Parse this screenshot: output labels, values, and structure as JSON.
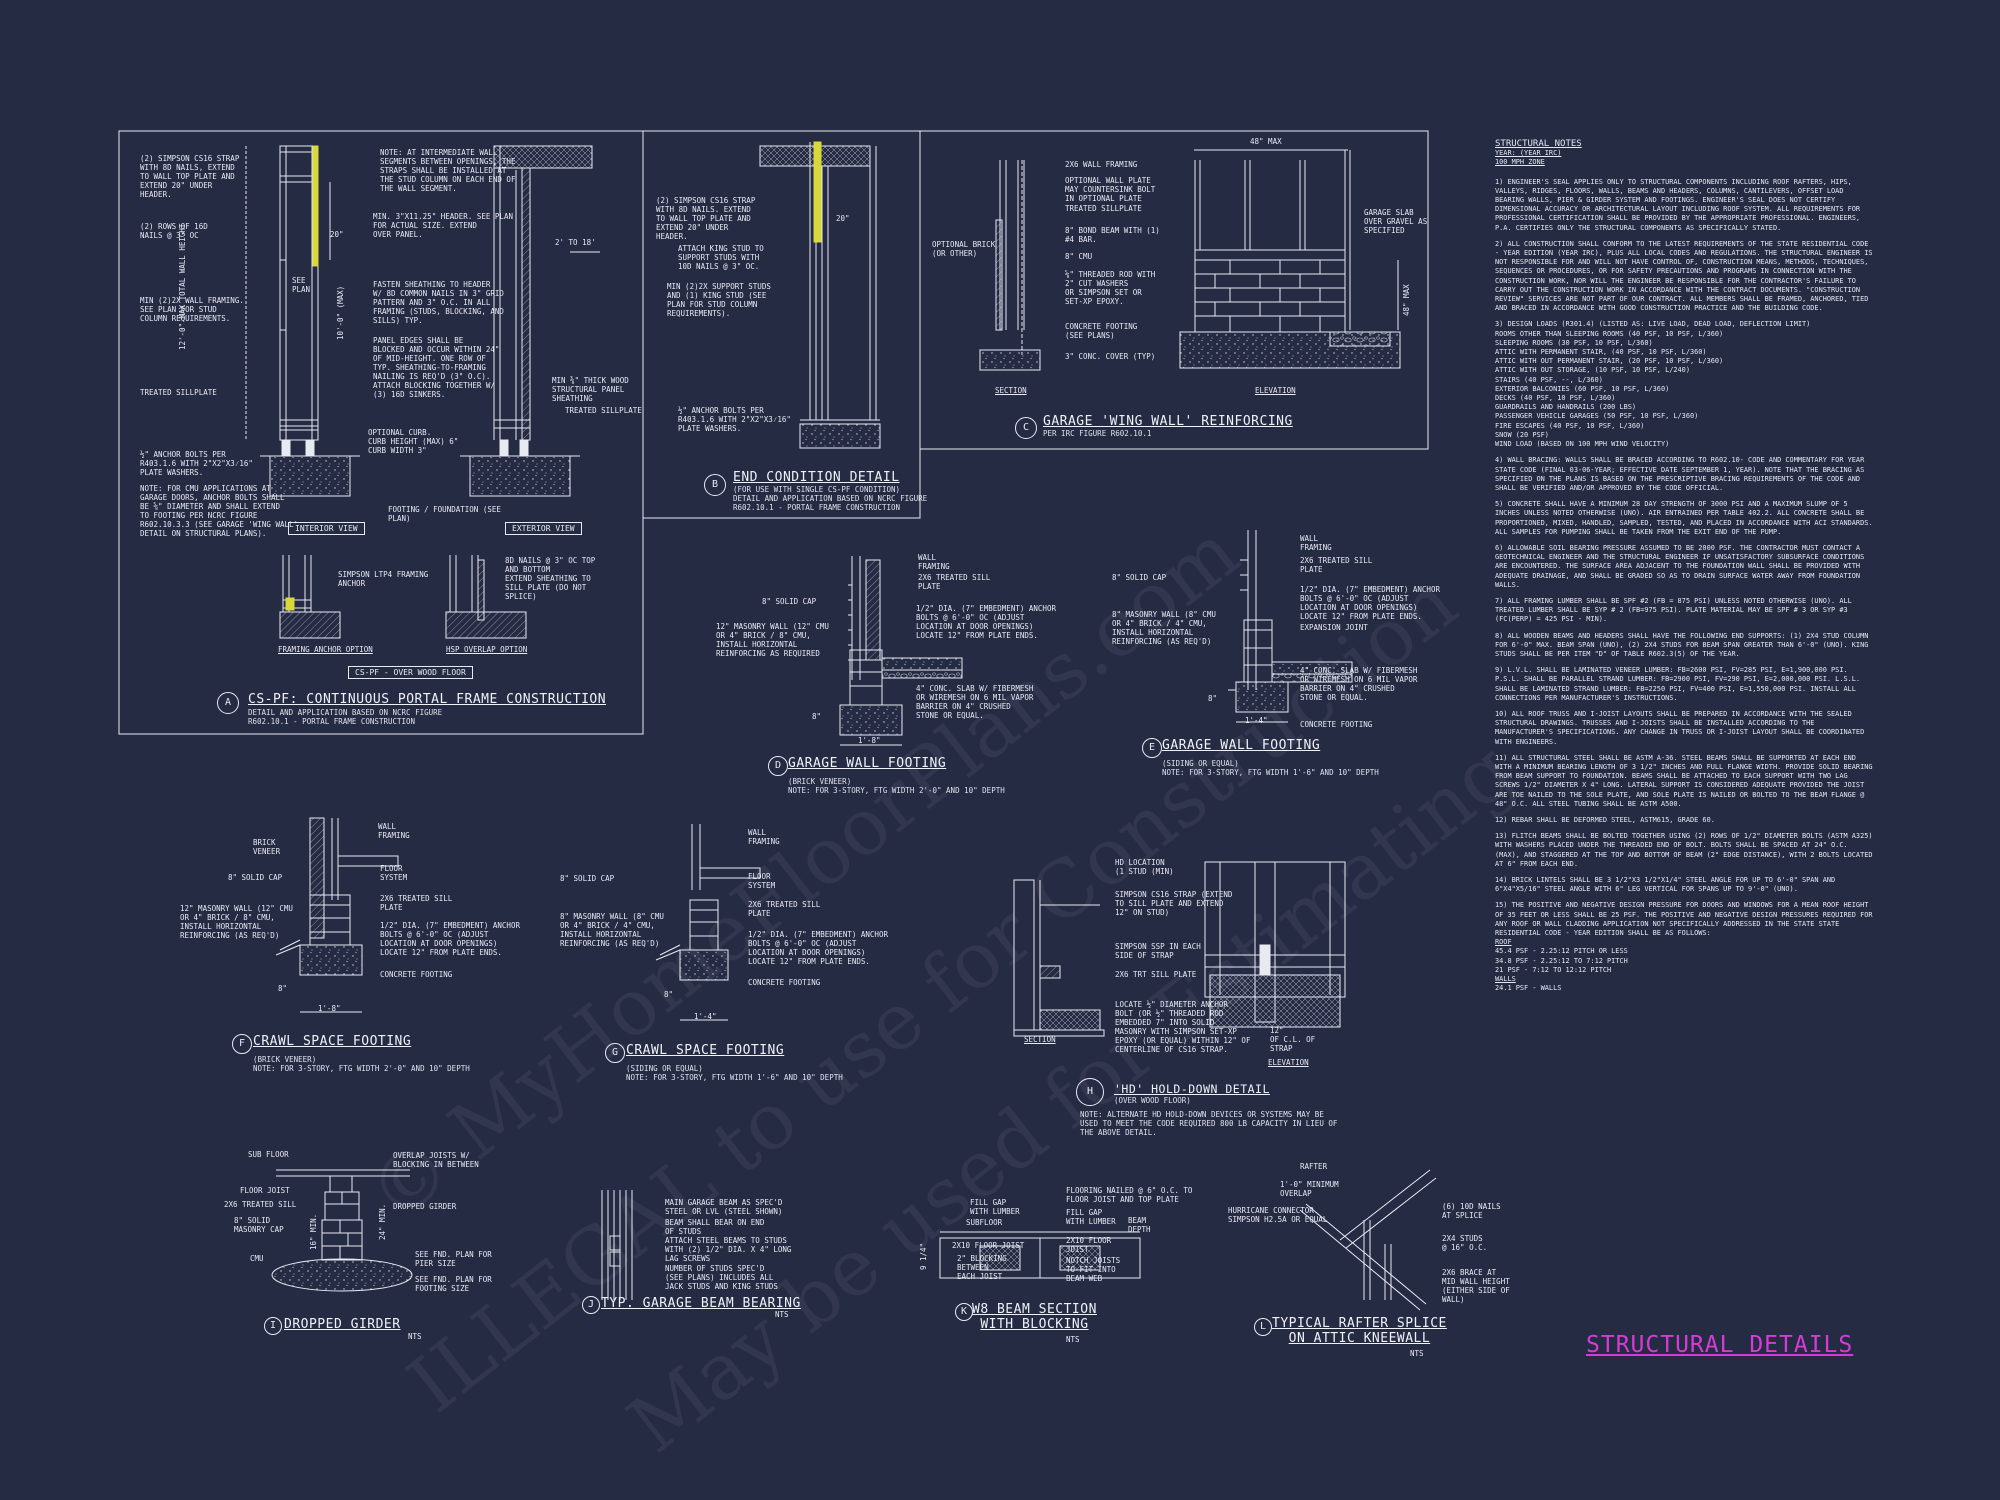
{
  "sheet_title": "STRUCTURAL DETAILS",
  "watermark": [
    "© MyHomeFloorPlans.com",
    "ILLEGAL to use for Construction",
    "May be used for Estimating"
  ],
  "details": {
    "A": {
      "letter": "A",
      "title": "CS-PF: CONTINUOUS PORTAL FRAME CONSTRUCTION",
      "sub": "DETAIL AND APPLICATION BASED ON NCRC FIGURE\nR602.10.1 - PORTAL FRAME CONSTRUCTION",
      "interior_view": "INTERIOR VIEW",
      "exterior_view": "EXTERIOR VIEW",
      "over_wood_floor": "CS-PF - OVER WOOD FLOOR",
      "framing_anchor": "FRAMING ANCHOR OPTION",
      "hsp_overlap": "HSP OVERLAP OPTION",
      "notes": [
        "(2) SIMPSON CS16 STRAP\nWITH 8d NAILS, EXTEND\nTO WALL TOP PLATE AND\nEXTEND 20\" UNDER\nHEADER.",
        "(2) ROWS OF 16d\nNAILS @ 3\" OC",
        "MIN (2)2X WALL FRAMING.\nSEE PLAN FOR STUD\nCOLUMN REQUIREMENTS.",
        "TREATED SILLPLATE",
        "½\" ANCHOR BOLTS PER\nR403.1.6 WITH 2\"x2\"x3⁄16\"\nPLATE WASHERS.",
        "NOTE: FOR CMU APPLICATIONS AT\nGARAGE DOORS, ANCHOR BOLTS SHALL\nBE ⅝\" DIAMETER AND SHALL EXTEND\nTO FOOTING PER NCRC FIGURE\nR602.10.3.3 (SEE GARAGE 'WING WALL'\nDETAIL ON STRUCTURAL PLANS).",
        "NOTE: AT INTERMEDIATE WALL\nSEGMENTS BETWEEN OPENINGS, THE\nSTRAPS SHALL BE INSTALLED AT\nTHE STUD COLUMN ON EACH END OF\nTHE WALL SEGMENT.",
        "MIN. 3\"x11.25\" HEADER. SEE PLAN\nFOR ACTUAL SIZE. EXTEND\nOVER PANEL.",
        "FASTEN SHEATHING TO HEADER\nW/ 8d COMMON NAILS IN 3\" GRID\nPATTERN AND 3\" O.C. IN ALL\nFRAMING (STUDS, BLOCKING, AND\nSILLS) TYP.",
        "PANEL EDGES SHALL BE\nBLOCKED AND OCCUR WITHIN 24\"\nOF MID-HEIGHT. ONE ROW OF\nTYP. SHEATHING-TO-FRAMING\nNAILING IS REQ'D (3\" O.C).\nATTACH BLOCKING TOGETHER W/\n(3) 16d SINKERS.",
        "OPTIONAL CURB.\nCURB HEIGHT (MAX) 6\"\nCURB WIDTH 3\"",
        "FOOTING / FOUNDATION (SEE\nPLAN)",
        "MIN ⅜\" THICK WOOD\nSTRUCTURAL PANEL\nSHEATHING",
        "TREATED SILLPLATE",
        "SIMPSON LTP4 FRAMING\nANCHOR",
        "8d NAILS @ 3\" OC TOP\nAND BOTTOM",
        "EXTEND SHEATHING TO\nSILL PLATE (DO NOT\nSPLICE)"
      ],
      "dims": [
        "20\"",
        "12'-0\" MAX TOTAL WALL HEIGHT",
        "10'-0\" (MAX)",
        "2' TO 18'",
        "SEE\nPLAN"
      ]
    },
    "B": {
      "letter": "B",
      "title": "END CONDITION DETAIL",
      "sub": "(FOR USE WITH SINGLE CS-PF CONDITION)\nDETAIL AND APPLICATION BASED ON NCRC FIGURE\nR602.10.1 - PORTAL FRAME CONSTRUCTION",
      "notes": [
        "(2) SIMPSON CS16 STRAP\nWITH 8d NAILS. EXTEND\nTO WALL TOP PLATE AND\nEXTEND 20\" UNDER\nHEADER.",
        "ATTACH KING STUD TO\nSUPPORT STUDS WITH\n10d NAILS @ 3\" OC.",
        "MIN (2)2X SUPPORT STUDS\nAND (1) KING STUD (SEE\nPLAN FOR STUD COLUMN\nREQUIREMENTS).",
        "½\" ANCHOR BOLTS PER\nR403.1.6 WITH 2\"x2\"x3⁄16\"\nPLATE WASHERS."
      ],
      "dim": "20\""
    },
    "C": {
      "letter": "C",
      "title": "GARAGE 'WING WALL' REINFORCING",
      "sub": "PER IRC FIGURE R602.10.1",
      "section": "SECTION",
      "elevation": "ELEVATION",
      "dim_top": "48\" MAX",
      "dim_side": "48\" MAX",
      "notes": [
        "2x6 WALL FRAMING",
        "OPTIONAL WALL PLATE\nMAY COUNTERSINK BOLT\nIN OPTIONAL PLATE",
        "TREATED SILLPLATE",
        "8\" BOND BEAM WITH (1)\n#4 BAR.",
        "8\" CMU",
        "⅝\" THREADED ROD WITH\n2\" CUT WASHERS\nOR SIMPSON SET OR\nSET-XP EPOXY.",
        "CONCRETE FOOTING\n(SEE PLANS)",
        "3\" CONC. COVER (TYP)",
        "OPTIONAL BRICK\n(OR OTHER)",
        "GARAGE SLAB\nOVER GRAVEL AS\nSPECIFIED"
      ]
    },
    "D": {
      "letter": "D",
      "title": "GARAGE WALL FOOTING",
      "sub": "(BRICK VENEER)\nNOTE: FOR 3-STORY, FTG WIDTH 2'-0\" AND 10\" DEPTH",
      "notes": [
        "WALL\nFRAMING",
        "2x6 TREATED SILL\nPLATE",
        "8\" SOLID CAP",
        "12\" MASONRY WALL (12\" CMU\nOR 4\" BRICK / 8\" CMU,\nINSTALL HORIZONTAL\nREINFORCING AS REQUIRED",
        "1/2\" DIA. (7\" EMBEDMENT) ANCHOR\nBOLTS @ 6'-0\" OC (ADJUST\nLOCATION AT DOOR OPENINGS)\nLOCATE 12\" FROM PLATE ENDS.",
        "4\" CONC. SLAB w/ FIBERMESH\nOR WIREMESH ON 6 MIL VAPOR\nBARRIER ON 4\" CRUSHED\nSTONE OR EQUAL."
      ],
      "dims": [
        "1'-8\"",
        "8\""
      ]
    },
    "E": {
      "letter": "E",
      "title": "GARAGE WALL FOOTING",
      "sub": "(SIDING OR EQUAL)\nNOTE: FOR 3-STORY, FTG WIDTH 1'-6\" AND 10\" DEPTH",
      "notes": [
        "WALL\nFRAMING",
        "2x6 TREATED SILL\nPLATE",
        "8\" SOLID CAP",
        "8\" MASONRY WALL (8\" CMU\nOR 4\" BRICK / 4\" CMU,\nINSTALL HORIZONTAL\nREINFORCING (AS REQ'D)",
        "1/2\" DIA. (7\" EMBEDMENT) ANCHOR\nBOLTS @ 6'-0\" OC (ADJUST\nLOCATION AT DOOR OPENINGS)\nLOCATE 12\" FROM PLATE ENDS.",
        "EXPANSION JOINT",
        "4\" CONC. SLAB w/ FIBERMESH\nOR WIREMESH ON 6 MIL VAPOR\nBARRIER ON 4\" CRUSHED\nSTONE OR EQUAL.",
        "CONCRETE FOOTING"
      ],
      "dims": [
        "1'-4\"",
        "8\""
      ]
    },
    "F": {
      "letter": "F",
      "title": "CRAWL SPACE FOOTING",
      "sub": "(BRICK VENEER)\nNOTE: FOR 3-STORY, FTG WIDTH 2'-0\" AND 10\" DEPTH",
      "notes": [
        "WALL\nFRAMING",
        "BRICK\nVENEER",
        "FLOOR\nSYSTEM",
        "8\" SOLID CAP",
        "2x6 TREATED SILL\nPLATE",
        "12\" MASONRY WALL (12\" CMU\nOR 4\" BRICK / 8\" CMU,\nINSTALL HORIZONTAL\nREINFORCING (AS REQ'D)",
        "1/2\" DIA. (7\" EMBEDMENT) ANCHOR\nBOLTS @ 6'-0\" OC (ADJUST\nLOCATION AT DOOR OPENINGS)\nLOCATE 12\" FROM PLATE ENDS.",
        "CONCRETE FOOTING"
      ],
      "dims": [
        "1'-8\"",
        "8\""
      ]
    },
    "G": {
      "letter": "G",
      "title": "CRAWL SPACE FOOTING",
      "sub": "(SIDING OR EQUAL)\nNOTE: FOR 3-STORY, FTG WIDTH 1'-6\" AND 10\" DEPTH",
      "notes": [
        "WALL\nFRAMING",
        "8\" SOLID CAP",
        "FLOOR\nSYSTEM",
        "8\" MASONRY WALL (8\" CMU\nOR 4\" BRICK / 4\" CMU,\nINSTALL HORIZONTAL\nREINFORCING (AS REQ'D)",
        "2x6 TREATED SILL\nPLATE",
        "1/2\" DIA. (7\" EMBEDMENT) ANCHOR\nBOLTS @ 6'-0\" OC (ADJUST\nLOCATION AT DOOR OPENINGS)\nLOCATE 12\" FROM PLATE ENDS.",
        "CONCRETE FOOTING"
      ],
      "dims": [
        "1'-4\"",
        "8\""
      ]
    },
    "H": {
      "letter": "H",
      "title": "'HD' HOLD-DOWN DETAIL",
      "sub": "(OVER WOOD FLOOR)",
      "note": "NOTE: ALTERNATE HD HOLD-DOWN DEVICES OR SYSTEMS MAY BE\nUSED TO MEET THE CODE REQUIRED 800 LB CAPACITY IN LIEU OF\nTHE ABOVE DETAIL.",
      "section": "SECTION",
      "elevation": "ELEVATION",
      "notes": [
        "HD LOCATION\n(1 STUD (MIN)",
        "SIMPSON CS16 STRAP (EXTEND\nTO SILL PLATE AND EXTEND\n12\" ON STUD)",
        "SIMPSON SSP IN EACH\nSIDE OF STRAP",
        "2x6 TRT SILL PLATE",
        "LOCATE ½\" DIAMETER ANCHOR\nBOLT (OR ½\" THREADED ROD\nEMBEDDED 7\" INTO SOLID\nMASONRY WITH SIMPSON SET-XP\nEPOXY (OR EQUAL) WITHIN 12\" OF\nCENTERLINE OF CS16 STRAP.",
        "12\"\nOF C.L. OF\nSTRAP"
      ]
    },
    "I": {
      "letter": "I",
      "title": "DROPPED GIRDER",
      "nts": "NTS",
      "notes": [
        "SUB FLOOR",
        "OVERLAP JOISTS W/\nBLOCKING IN BETWEEN",
        "FLOOR JOIST",
        "2x6 TREATED SILL",
        "8\" SOLID\nMASONRY CAP",
        "DROPPED GIRDER",
        "CMU",
        "SEE FND. PLAN FOR\nPIER SIZE",
        "SEE FND. PLAN FOR\nFOOTING SIZE"
      ],
      "dims": [
        "16\" MIN.",
        "24\" MIN."
      ]
    },
    "J": {
      "letter": "J",
      "title": "TYP. GARAGE BEAM BEARING",
      "nts": "NTS",
      "notes": [
        "MAIN GARAGE BEAM AS SPEC'D\nSTEEL OR LVL (STEEL SHOWN)",
        "BEAM SHALL BEAR ON END\nOF STUDS",
        "ATTACH STEEL BEAMS TO STUDS\nWITH (2) 1/2\" DIA. x 4\" LONG\nLAG SCREWS",
        "NUMBER OF STUDS SPEC'D\n(SEE PLANS) INCLUDES ALL\nJACK STUDS AND KING STUDS"
      ]
    },
    "K": {
      "letter": "K",
      "title": "W8 BEAM SECTION\nWITH BLOCKING",
      "nts": "NTS",
      "notes": [
        "FILL GAP\nWITH LUMBER",
        "SUBFLOOR",
        "2x10 FLOOR JOIST",
        "2\" BLOCKING\nBETWEEN\nEACH JOIST",
        "FLOORING NAILED @ 6\" O.C. TO\nFLOOR JOIST AND TOP PLATE",
        "FILL GAP\nWITH LUMBER",
        "2x10 FLOOR\nJOIST",
        "NOTCH JOISTS\nTO FIT INTO\nBEAM WEB",
        "BEAM\nDEPTH"
      ],
      "dim": "9 1/4\""
    },
    "L": {
      "letter": "L",
      "title": "TYPICAL RAFTER SPLICE\nON ATTIC KNEEWALL",
      "nts": "NTS",
      "notes": [
        "RAFTER",
        "1'-0\" MINIMUM\nOVERLAP",
        "HURRICANE CONNECTOR\nSIMPSON H2.5A OR EQUAL",
        "(6) 10d NAILS\nAT SPLICE",
        "2x4 STUDS\n@ 16\" O.C.",
        "2x6 BRACE AT\nMID WALL HEIGHT\n(EITHER SIDE OF\nWALL)"
      ]
    }
  },
  "structural_notes": {
    "heading": "STRUCTURAL NOTES",
    "year": "YEAR: (YEAR IRC)",
    "wind": "100 mph ZONE",
    "paragraphs": [
      "1) ENGINEER'S SEAL APPLIES ONLY TO STRUCTURAL COMPONENTS INCLUDING ROOF RAFTERS, HIPS, VALLEYS, RIDGES, FLOORS, WALLS, BEAMS AND HEADERS, COLUMNS, CANTILEVERS, OFFSET LOAD BEARING WALLS, PIER & GIRDER SYSTEM AND FOOTINGS. ENGINEER'S SEAL DOES NOT CERTIFY DIMENSIONAL ACCURACY OR ARCHITECTURAL LAYOUT INCLUDING ROOF SYSTEM. ALL REQUIREMENTS FOR PROFESSIONAL CERTIFICATION SHALL BE PROVIDED BY THE APPROPRIATE PROFESSIONAL. ENGINEERS, P.A. CERTIFIES ONLY THE STRUCTURAL COMPONENTS AS SPECIFICALLY STATED.",
      "2) ALL CONSTRUCTION SHALL CONFORM TO THE LATEST REQUIREMENTS OF THE STATE RESIDENTIAL CODE - YEAR EDITION (YEAR IRC), PLUS ALL LOCAL CODES AND REGULATIONS. THE STRUCTURAL ENGINEER IS NOT RESPONSIBLE FOR AND WILL NOT HAVE CONTROL OF, CONSTRUCTION MEANS, METHODS, TECHNIQUES, SEQUENCES OR PROCEDURES, OR FOR SAFETY PRECAUTIONS AND PROGRAMS IN CONNECTION WITH THE CONSTRUCTION WORK, NOR WILL THE ENGINEER BE RESPONSIBLE FOR THE CONTRACTOR'S FAILURE TO CARRY OUT THE CONSTRUCTION WORK IN ACCORDANCE WITH THE CONTRACT DOCUMENTS. \"CONSTRUCTION REVIEW\" SERVICES ARE NOT PART OF OUR CONTRACT. ALL MEMBERS SHALL BE FRAMED, ANCHORED, TIED AND BRACED IN ACCORDANCE WITH GOOD CONSTRUCTION PRACTICE AND THE BUILDING CODE.",
      "3) DESIGN LOADS (R301.4) (LISTED AS: LIVE LOAD, DEAD LOAD, DEFLECTION LIMIT)",
      "4) WALL BRACING: WALLS SHALL BE BRACED ACCORDING TO R602.10- CODE AND COMMENTARY FOR YEAR STATE CODE (FINAL 03-06-YEAR; EFFECTIVE DATE SEPTEMBER 1, YEAR). NOTE THAT THE BRACING AS SPECIFIED ON THE PLANS IS BASED ON THE PRESCRIPTIVE BRACING REQUIREMENTS OF THE CODE AND SHALL BE VERIFIED AND/OR APPROVED BY THE CODE OFFICIAL.",
      "5) CONCRETE SHALL HAVE A MINIMUM 28 DAY STRENGTH OF 3000 PSI AND A MAXIMUM SLUMP OF 5 INCHES UNLESS NOTED OTHERWISE (UNO). AIR ENTRAINED PER TABLE 402.2. ALL CONCRETE SHALL BE PROPORTIONED, MIXED, HANDLED, SAMPLED, TESTED, AND PLACED IN ACCORDANCE WITH ACI STANDARDS. ALL SAMPLES FOR PUMPING SHALL BE TAKEN FROM THE EXIT END OF THE PUMP.",
      "6) ALLOWABLE SOIL BEARING PRESSURE ASSUMED TO BE 2000 PSF. THE CONTRACTOR MUST CONTACT A GEOTECHNICAL ENGINEER AND THE STRUCTURAL ENGINEER IF UNSATISFACTORY SUBSURFACE CONDITIONS ARE ENCOUNTERED. THE SURFACE AREA ADJACENT TO THE FOUNDATION WALL SHALL BE PROVIDED WITH ADEQUATE DRAINAGE, AND SHALL BE GRADED SO AS TO DRAIN SURFACE WATER AWAY FROM FOUNDATION WALLS.",
      "7) ALL FRAMING LUMBER SHALL BE SPF #2 (Fb = 875 PSI) UNLESS NOTED OTHERWISE (UNO). ALL TREATED LUMBER SHALL BE SYP # 2 (Fb=975 PSI). PLATE MATERIAL MAY BE SPF # 3 OR SYP #3 (Fc(perp) = 425 PSI - MIN).",
      "8) ALL WOODEN BEAMS AND HEADERS SHALL HAVE THE FOLLOWING END SUPPORTS: (1) 2x4 STUD COLUMN FOR 6'-0\" MAX. BEAM SPAN (UNO), (2) 2x4 STUDS FOR BEAM SPAN GREATER THAN 6'-0\" (UNO). KING STUDS SHALL BE PER ITEM \"d\" OF TABLE R602.3(5) OF THE YEAR.",
      "9) L.V.L. SHALL BE LAMINATED VENEER LUMBER: Fb=2600 PSI, Fv=285 PSI, E=1,900,000 PSI. P.S.L. SHALL BE PARALLEL STRAND LUMBER: Fb=2900 PSI, Fv=290 PSI, E=2,000,000 PSI. L.S.L. SHALL BE LAMINATED STRAND LUMBER: Fb=2250 PSI, Fv=400 PSI, E=1,550,000 PSI. INSTALL ALL CONNECTIONS PER MANUFACTURER'S INSTRUCTIONS.",
      "10) ALL ROOF TRUSS AND I-JOIST LAYOUTS SHALL BE PREPARED IN ACCORDANCE WITH THE SEALED STRUCTURAL DRAWINGS. TRUSSES AND I-JOISTS SHALL BE INSTALLED ACCORDING TO THE MANUFACTURER'S SPECIFICATIONS. ANY CHANGE IN TRUSS OR I-JOIST LAYOUT SHALL BE COORDINATED WITH ENGINEERS.",
      "11) ALL STRUCTURAL STEEL SHALL BE ASTM A-36. STEEL BEAMS SHALL BE SUPPORTED AT EACH END WITH A MINIMUM BEARING LENGTH OF 3 1/2\" INCHES AND FULL FLANGE WIDTH. PROVIDE SOLID BEARING FROM BEAM SUPPORT TO FOUNDATION. BEAMS SHALL BE ATTACHED TO EACH SUPPORT WITH TWO LAG SCREWS 1/2\" DIAMETER x 4\" LONG. LATERAL SUPPORT IS CONSIDERED ADEQUATE PROVIDED THE JOIST ARE TOE NAILED TO THE SOLE PLATE, AND SOLE PLATE IS NAILED OR BOLTED TO THE BEAM FLANGE @ 48\" O.C. ALL STEEL TUBING SHALL BE ASTM A500.",
      "12) REBAR SHALL BE DEFORMED STEEL, ASTM615, GRADE 60.",
      "13) FLITCH BEAMS SHALL BE BOLTED TOGETHER USING (2) ROWS OF 1/2\" DIAMETER BOLTS (ASTM A325) WITH WASHERS PLACED UNDER THE THREADED END OF BOLT. BOLTS SHALL BE SPACED AT 24\" O.C. (MAX), AND STAGGERED AT THE TOP AND BOTTOM OF BEAM (2\" EDGE DISTANCE), WITH 2 BOLTS LOCATED AT 6\" FROM EACH END.",
      "14) BRICK LINTELS SHALL BE 3 1/2\"x3 1/2\"x1/4\" STEEL ANGLE FOR UP TO 6'-0\" SPAN AND 6\"x4\"x5/16\" STEEL ANGLE WITH 6\" LEG VERTICAL FOR SPANS UP TO 9'-0\" (UNO).",
      "15) THE POSITIVE AND NEGATIVE DESIGN PRESSURE FOR DOORS AND WINDOWS FOR A MEAN ROOF HEIGHT OF 35 FEET OR LESS SHALL BE 25 PSF. THE POSITIVE AND NEGATIVE DESIGN PRESSURES REQUIRED FOR ANY ROOF OR WALL CLADDING APPLICATION NOT SPECIFICALLY ADDRESSED IN THE STATE STATE RESIDENTIAL CODE - YEAR EDITION SHALL BE AS FOLLOWS:"
    ],
    "loads": [
      "ROOMS OTHER THAN SLEEPING ROOMS (40 PSF, 10 PSF, L/360)",
      "SLEEPING ROOMS (30 PSF, 10 PSF, L/360)",
      "ATTIC WITH PERMANENT STAIR, (40 PSF, 10 PSF, L/360)",
      "ATTIC WITH OUT PERMANENT STAIR, (20 PSF, 10 PSF, L/360)",
      "ATTIC WITH OUT STORAGE, (10 PSF, 10 PSF, L/240)",
      "STAIRS (40 PSF, --, L/360)",
      "EXTERIOR BALCONIES (60 PSF, 10 PSF, L/360)",
      "DECKS (40 PSF, 10 PSF, L/360)",
      "GUARDRAILS AND HANDRAILS (200 LBS)",
      "PASSENGER VEHICLE GARAGES (50 PSF, 10 PSF, L/360)",
      "FIRE ESCAPES (40 PSF, 10 PSF, L/360)",
      "SNOW (20 PSF)",
      "WIND LOAD (BASED ON 100 MPH WIND VELOCITY)"
    ],
    "pressures": [
      "ROOF",
      "45.4 PSF - 2.25:12 PITCH OR LESS",
      "34.8 PSF - 2.25:12 TO 7:12 PITCH",
      "21 PSF - 7:12 TO 12:12 PITCH",
      "WALLS",
      "24.1 PSF - WALLS"
    ]
  }
}
